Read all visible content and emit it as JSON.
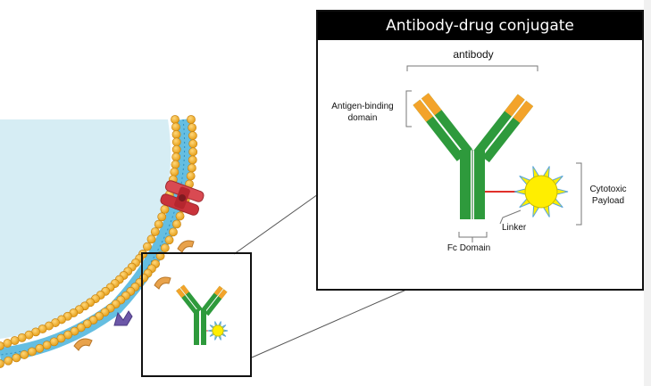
{
  "title": "Antibody-drug conjugate",
  "labels": {
    "antibody": "antibody",
    "antigen_binding_line1": "Antigen-binding",
    "antigen_binding_line2": "domain",
    "cytotoxic_line1": "Cytotoxic",
    "cytotoxic_line2": "Payload",
    "linker": "Linker",
    "fc_domain": "Fc Domain"
  },
  "colors": {
    "cell_interior": "#d6edf4",
    "membrane_lipid_head": "#f2a91f",
    "membrane_tails": "#4ab3dc",
    "antibody_green": "#2e9a3c",
    "antibody_orange": "#f3a32a",
    "payload_yellow": "#ffee00",
    "linker_red": "#e0302a",
    "receptor_red": "#c9333b",
    "receptor_orange": "#e8a24b",
    "receptor_purple": "#6c57a8"
  },
  "icons": [
    "membrane-channel-icon",
    "receptor-icon",
    "antibody-icon",
    "payload-sun-icon"
  ]
}
